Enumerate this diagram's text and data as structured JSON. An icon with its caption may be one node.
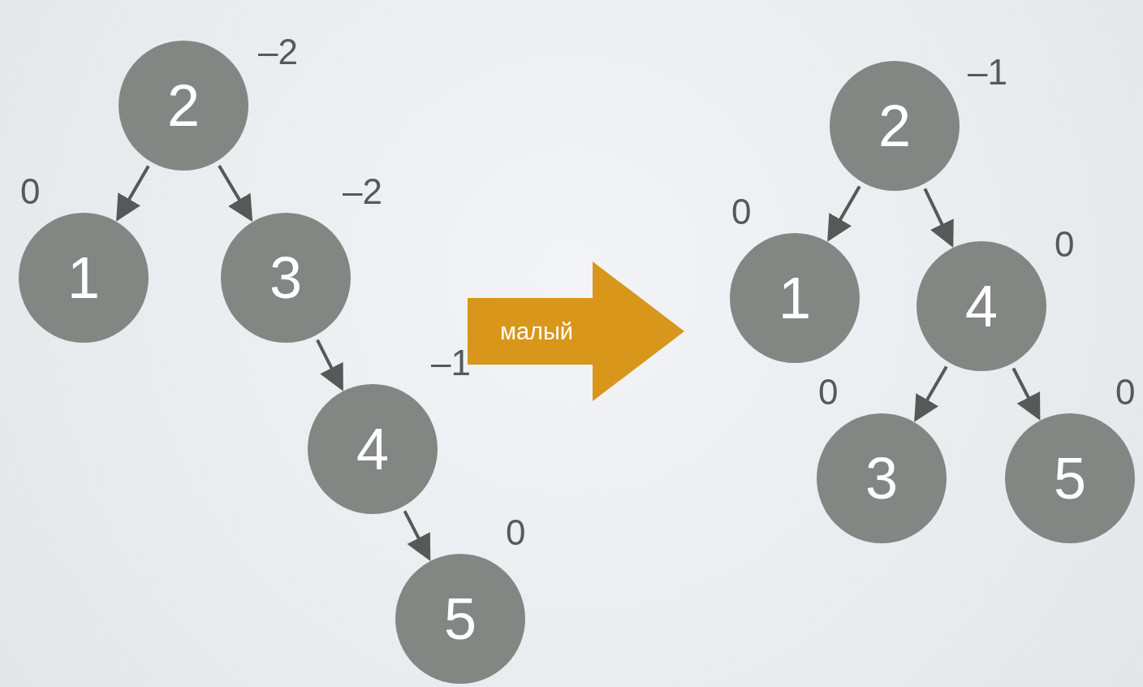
{
  "diagram": {
    "nodes": [
      {
        "text": [
          "2"
        ],
        "beside": [
          "–2"
        ]
      },
      {
        "text": [
          "1"
        ],
        "beside": [
          "0"
        ]
      },
      {
        "text": [
          "3"
        ],
        "beside": [
          "–2"
        ]
      },
      {
        "text": [
          "4"
        ],
        "beside": [
          "–1"
        ]
      },
      {
        "text": [
          "5"
        ],
        "beside": [
          "0"
        ]
      },
      {
        "text": [
          "2"
        ],
        "beside": [
          "–1"
        ]
      },
      {
        "text": [
          "1"
        ],
        "beside": [
          "0"
        ]
      },
      {
        "text": [
          "4"
        ],
        "beside": [
          "0"
        ]
      },
      {
        "text": [
          "3"
        ],
        "beside": [
          "0"
        ]
      },
      {
        "text": [
          "5"
        ],
        "beside": [
          "0"
        ]
      }
    ],
    "edges": [
      {
        "from": 0,
        "to": 1,
        "arrow": "to"
      },
      {
        "from": 0,
        "to": 2,
        "arrow": "to"
      },
      {
        "from": 2,
        "to": 3,
        "arrow": "to"
      },
      {
        "from": 3,
        "to": 4,
        "arrow": "to"
      },
      {
        "from": 5,
        "to": 6,
        "arrow": "to"
      },
      {
        "from": 5,
        "to": 7,
        "arrow": "to"
      },
      {
        "from": 7,
        "to": 8,
        "arrow": "to"
      },
      {
        "from": 7,
        "to": 9,
        "arrow": "to"
      },
      {
        "from": 3,
        "to": 6,
        "arrow": "to",
        "label": "малый",
        "style": "thick",
        "color": "#d8961a"
      }
    ]
  }
}
